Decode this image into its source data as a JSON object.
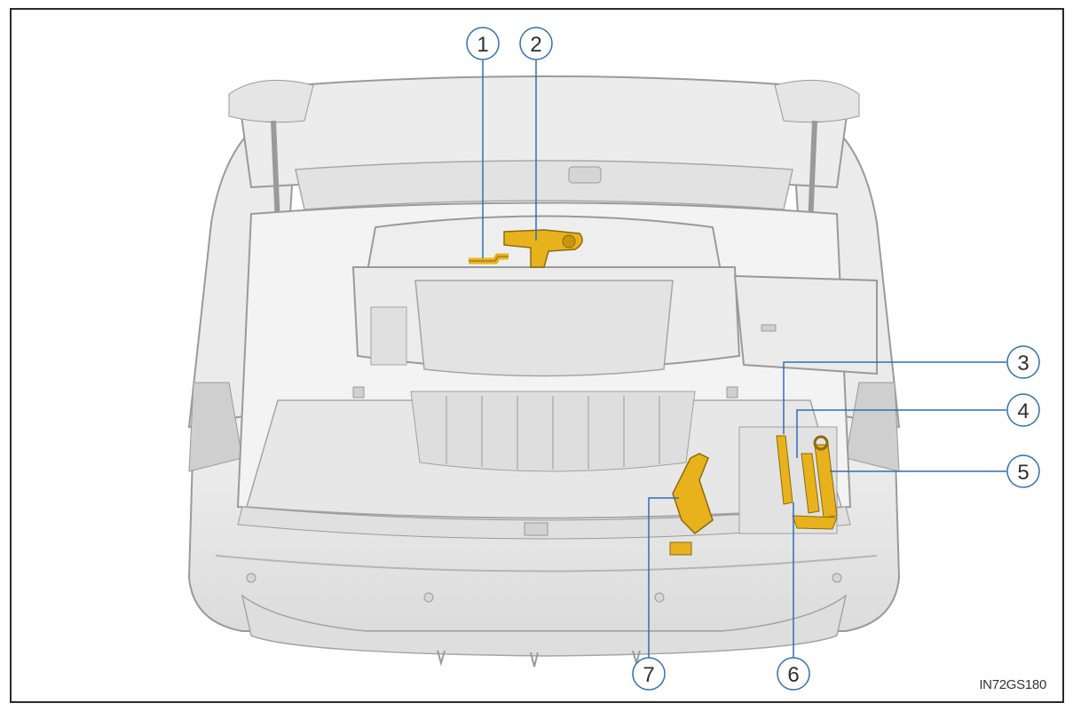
{
  "figure_code": "IN72GS180",
  "colors": {
    "outline": "#9a9a9a",
    "body_fill": "#e9e9e9",
    "tool_highlight": "#e8b21c",
    "callout_line": "#2f6fb5"
  },
  "callouts": [
    {
      "id": "1",
      "label": "1"
    },
    {
      "id": "2",
      "label": "2"
    },
    {
      "id": "3",
      "label": "3"
    },
    {
      "id": "4",
      "label": "4"
    },
    {
      "id": "5",
      "label": "5"
    },
    {
      "id": "6",
      "label": "6"
    },
    {
      "id": "7",
      "label": "7"
    }
  ]
}
